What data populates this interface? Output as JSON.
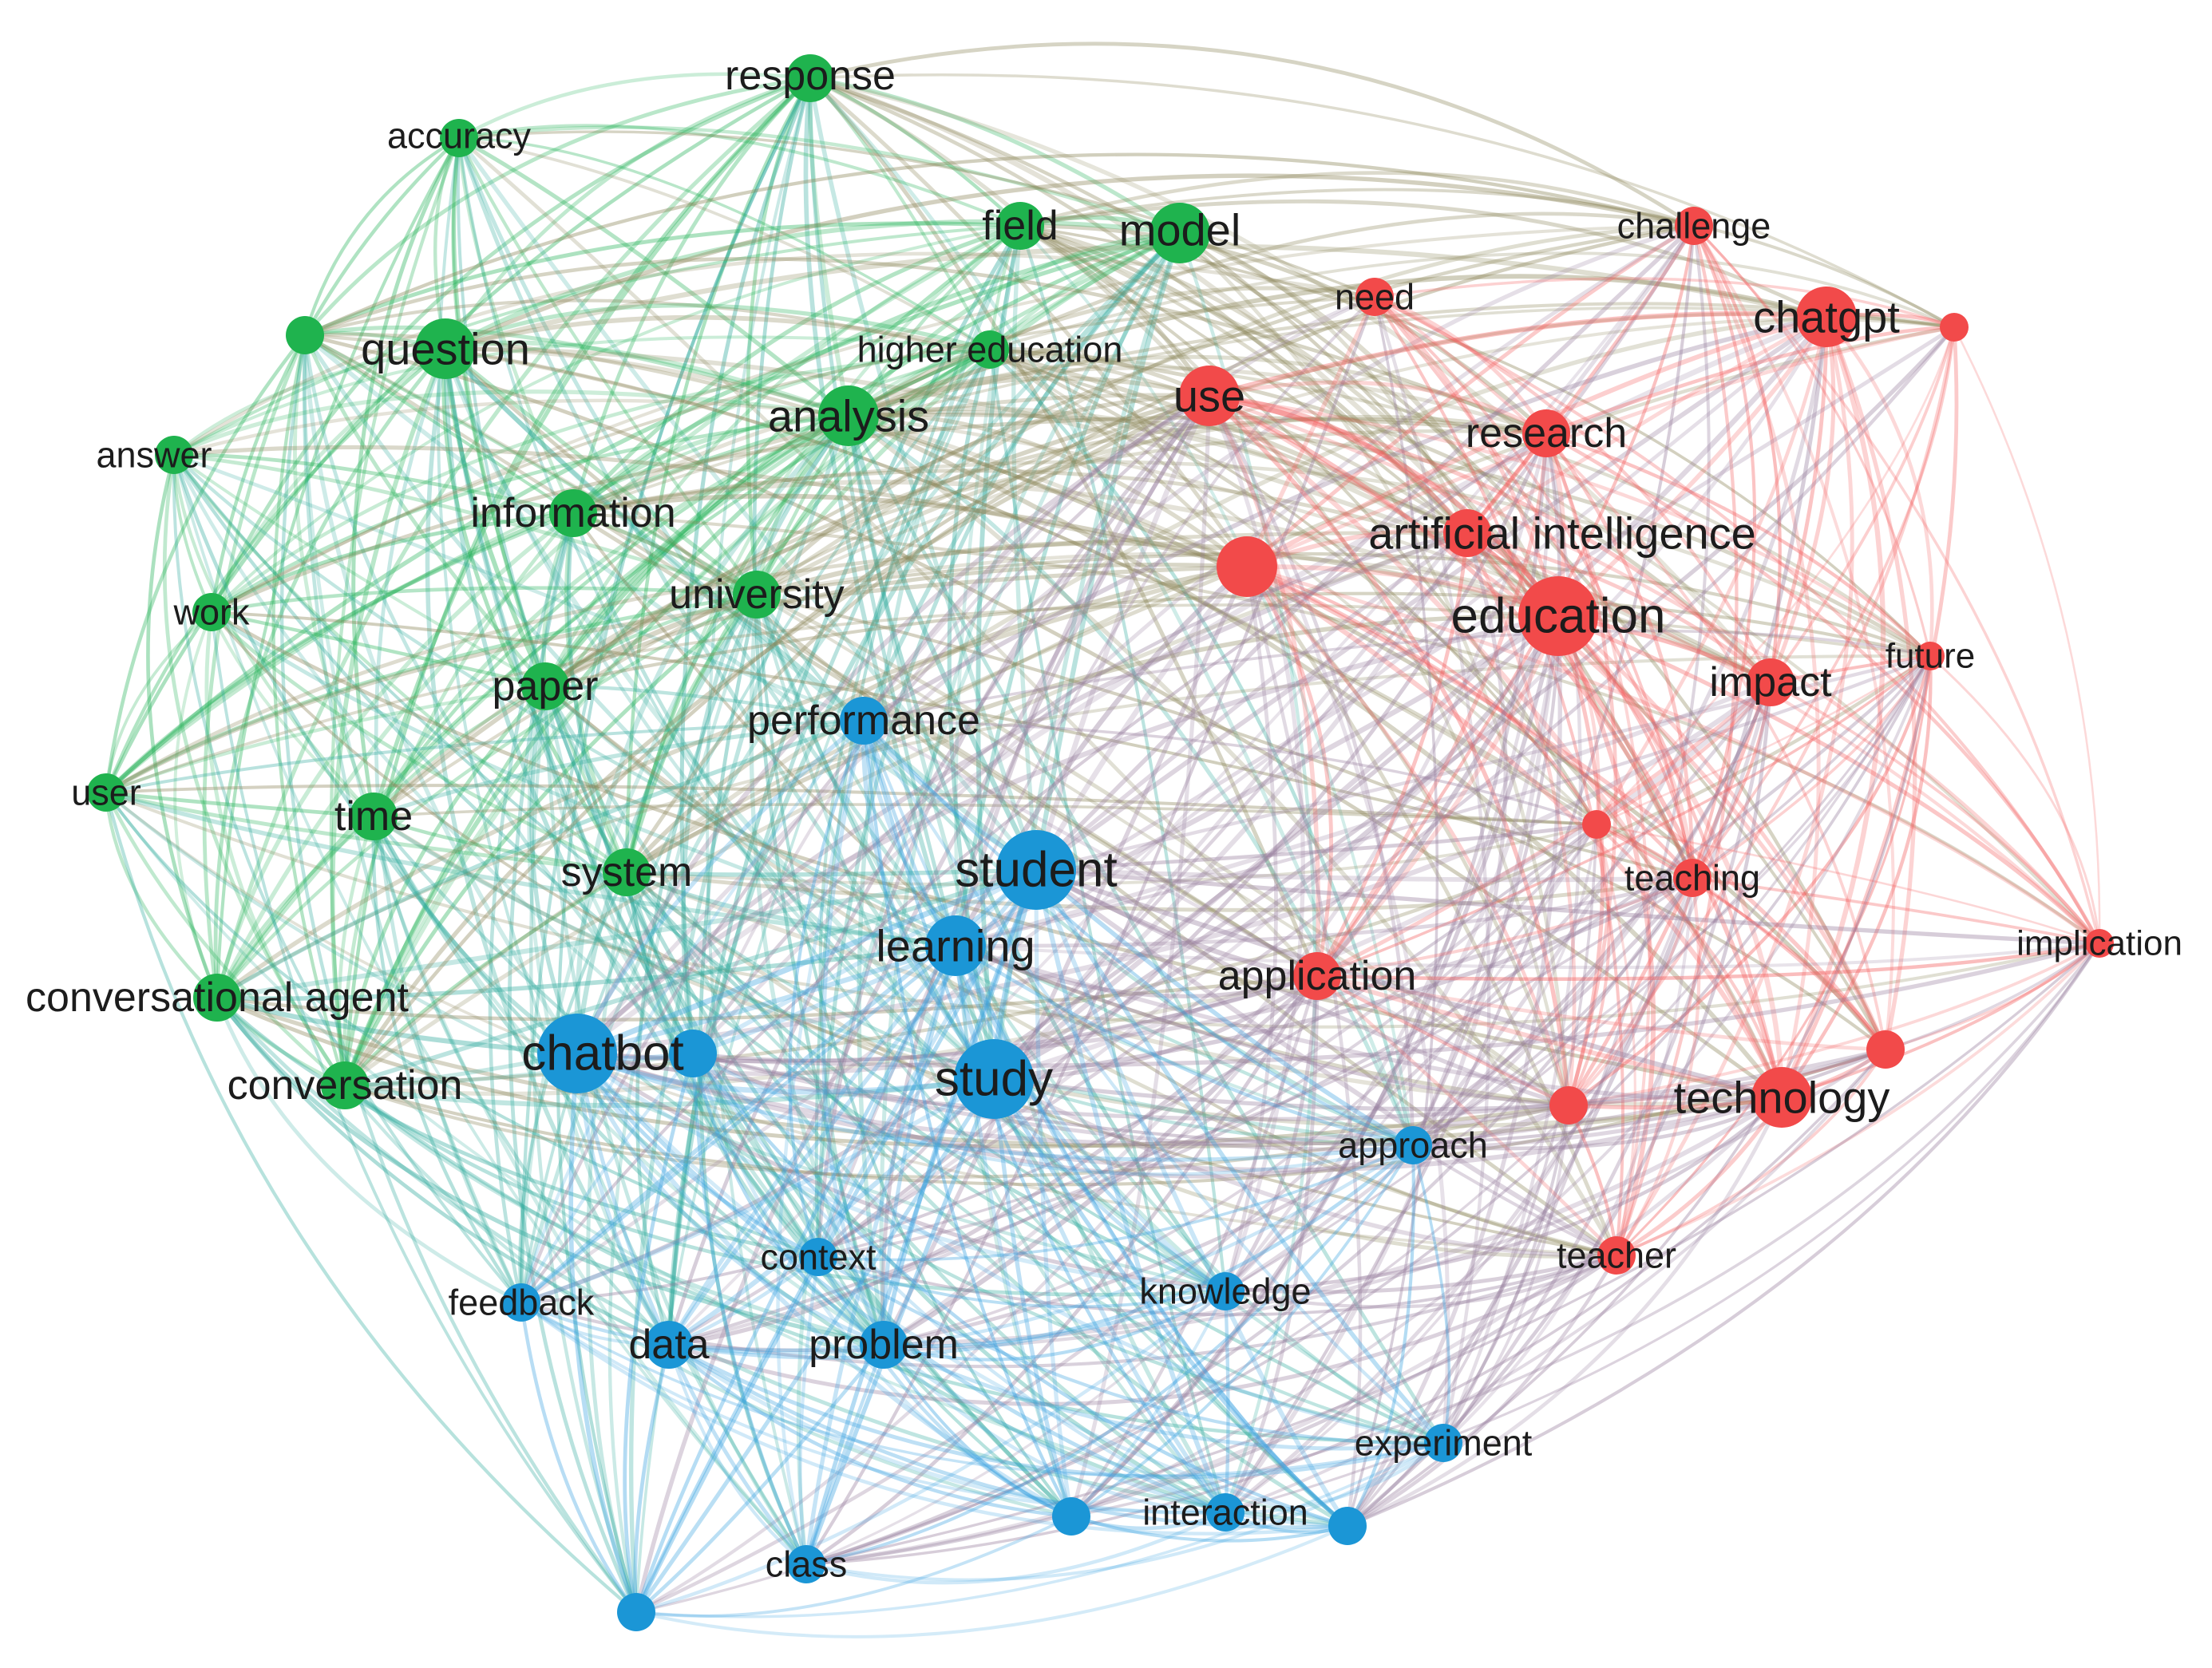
{
  "clusters": {
    "green": {
      "color": "#1fb34e",
      "edge_color": "#27b35a"
    },
    "red": {
      "color": "#f24a4a",
      "edge_color": "#f35b5b"
    },
    "blue": {
      "color": "#1b96d6",
      "edge_color": "#3aa2e0"
    }
  },
  "nodes": [
    {
      "id": "response",
      "label": "response",
      "cluster": "green",
      "weight": 3
    },
    {
      "id": "accuracy",
      "label": "accuracy",
      "cluster": "green",
      "weight": 2
    },
    {
      "id": "field",
      "label": "field",
      "cluster": "green",
      "weight": 3
    },
    {
      "id": "model",
      "label": "model",
      "cluster": "green",
      "weight": 4
    },
    {
      "id": "g_unlabeled",
      "label": "",
      "cluster": "green",
      "weight": 2
    },
    {
      "id": "question",
      "label": "question",
      "cluster": "green",
      "weight": 4
    },
    {
      "id": "higher_education",
      "label": "higher education",
      "cluster": "green",
      "weight": 2
    },
    {
      "id": "analysis",
      "label": "analysis",
      "cluster": "green",
      "weight": 4
    },
    {
      "id": "answer",
      "label": "answer",
      "cluster": "green",
      "weight": 2
    },
    {
      "id": "information",
      "label": "information",
      "cluster": "green",
      "weight": 3
    },
    {
      "id": "university",
      "label": "university",
      "cluster": "green",
      "weight": 3
    },
    {
      "id": "work",
      "label": "work",
      "cluster": "green",
      "weight": 2
    },
    {
      "id": "paper",
      "label": "paper",
      "cluster": "green",
      "weight": 3
    },
    {
      "id": "user",
      "label": "user",
      "cluster": "green",
      "weight": 2
    },
    {
      "id": "time",
      "label": "time",
      "cluster": "green",
      "weight": 3
    },
    {
      "id": "system",
      "label": "system",
      "cluster": "green",
      "weight": 3
    },
    {
      "id": "conversational_agent",
      "label": "conversational agent",
      "cluster": "green",
      "weight": 3
    },
    {
      "id": "conversation",
      "label": "conversation",
      "cluster": "green",
      "weight": 3
    },
    {
      "id": "challenge",
      "label": "challenge",
      "cluster": "red",
      "weight": 2
    },
    {
      "id": "need",
      "label": "need",
      "cluster": "red",
      "weight": 2
    },
    {
      "id": "chatgpt",
      "label": "chatgpt",
      "cluster": "red",
      "weight": 4
    },
    {
      "id": "r_unlabeled_1",
      "label": "",
      "cluster": "red",
      "weight": 1
    },
    {
      "id": "use",
      "label": "use",
      "cluster": "red",
      "weight": 4
    },
    {
      "id": "research",
      "label": "research",
      "cluster": "red",
      "weight": 3
    },
    {
      "id": "artificial_intelligence",
      "label": "artificial intelligence",
      "cluster": "red",
      "weight": 4
    },
    {
      "id": "r_unlabeled_2",
      "label": "",
      "cluster": "red",
      "weight": 3
    },
    {
      "id": "education",
      "label": "education",
      "cluster": "red",
      "weight": 5
    },
    {
      "id": "future",
      "label": "future",
      "cluster": "red",
      "weight": 1
    },
    {
      "id": "impact",
      "label": "impact",
      "cluster": "red",
      "weight": 3
    },
    {
      "id": "r_unlabeled_3",
      "label": "",
      "cluster": "red",
      "weight": 1
    },
    {
      "id": "teaching",
      "label": "teaching",
      "cluster": "red",
      "weight": 2
    },
    {
      "id": "implication",
      "label": "implication",
      "cluster": "red",
      "weight": 1
    },
    {
      "id": "application",
      "label": "application",
      "cluster": "red",
      "weight": 3
    },
    {
      "id": "r_unlabeled_4",
      "label": "",
      "cluster": "red",
      "weight": 2
    },
    {
      "id": "r_unlabeled_5",
      "label": "",
      "cluster": "red",
      "weight": 2
    },
    {
      "id": "technology",
      "label": "technology",
      "cluster": "red",
      "weight": 4
    },
    {
      "id": "teacher",
      "label": "teacher",
      "cluster": "red",
      "weight": 2
    },
    {
      "id": "performance",
      "label": "performance",
      "cluster": "blue",
      "weight": 3
    },
    {
      "id": "student",
      "label": "student",
      "cluster": "blue",
      "weight": 5
    },
    {
      "id": "learning",
      "label": "learning",
      "cluster": "blue",
      "weight": 4
    },
    {
      "id": "chatbot",
      "label": "chatbot",
      "cluster": "blue",
      "weight": 5
    },
    {
      "id": "b_unlabeled_1",
      "label": "",
      "cluster": "blue",
      "weight": 3
    },
    {
      "id": "study",
      "label": "study",
      "cluster": "blue",
      "weight": 5
    },
    {
      "id": "approach",
      "label": "approach",
      "cluster": "blue",
      "weight": 2
    },
    {
      "id": "context",
      "label": "context",
      "cluster": "blue",
      "weight": 2
    },
    {
      "id": "feedback",
      "label": "feedback",
      "cluster": "blue",
      "weight": 2
    },
    {
      "id": "knowledge",
      "label": "knowledge",
      "cluster": "blue",
      "weight": 2
    },
    {
      "id": "data",
      "label": "data",
      "cluster": "blue",
      "weight": 3
    },
    {
      "id": "problem",
      "label": "problem",
      "cluster": "blue",
      "weight": 3
    },
    {
      "id": "experiment",
      "label": "experiment",
      "cluster": "blue",
      "weight": 2
    },
    {
      "id": "b_unlabeled_2",
      "label": "",
      "cluster": "blue",
      "weight": 2
    },
    {
      "id": "interaction",
      "label": "interaction",
      "cluster": "blue",
      "weight": 2
    },
    {
      "id": "b_unlabeled_3",
      "label": "",
      "cluster": "blue",
      "weight": 2
    },
    {
      "id": "class",
      "label": "class",
      "cluster": "blue",
      "weight": 2
    },
    {
      "id": "b_unlabeled_4",
      "label": "",
      "cluster": "blue",
      "weight": 2
    }
  ]
}
